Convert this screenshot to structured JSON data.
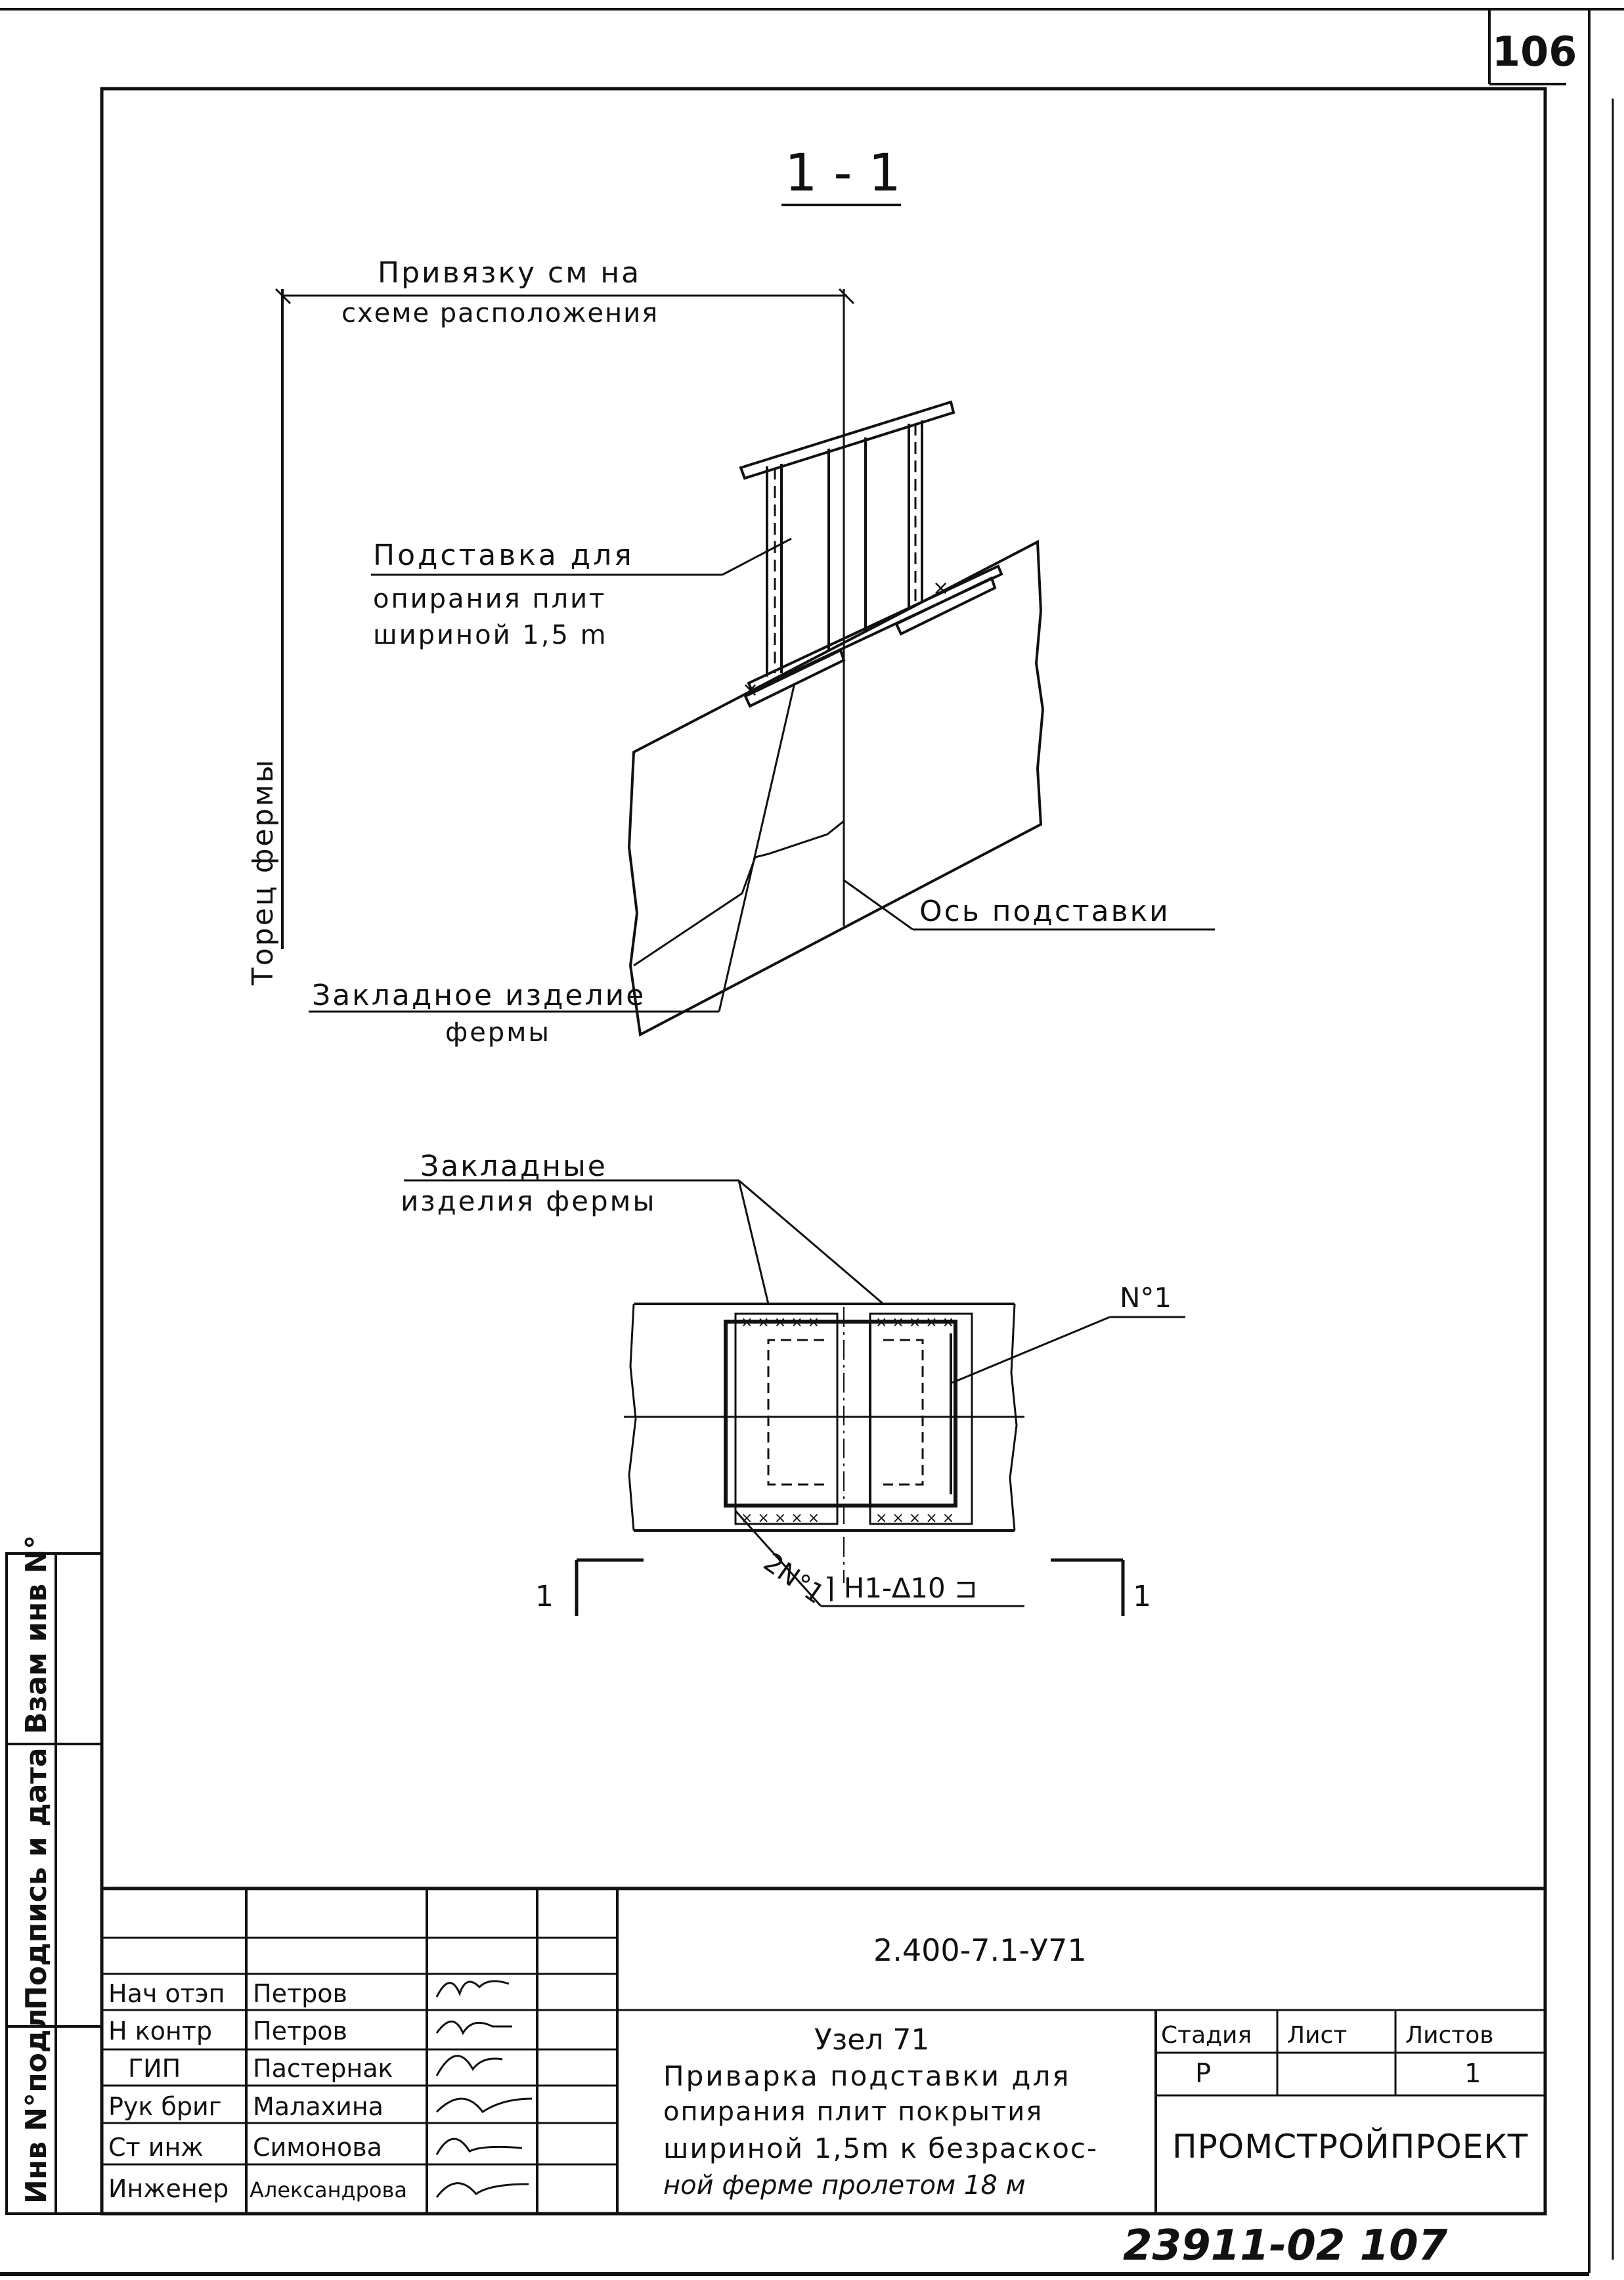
{
  "sheet": {
    "sheet_number_top": "106",
    "bottom_code": "23911-02  107"
  },
  "section": {
    "title": "1 - 1",
    "privyazka_line1": "Привязку см на",
    "privyazka_line2": "схеме расположения",
    "torec_label": "Торец фермы",
    "podstavka_line1": "Подставка для",
    "podstavka_line2": "опирания плит",
    "podstavka_line3": "шириной 1,5 m",
    "os_label": "Ось подставки",
    "zakladnoe_line1": "Закладное изделие",
    "zakladnoe_line2": "фермы"
  },
  "plan": {
    "zakladnye_line1": "Закладные",
    "zakladnye_line2": "изделия фермы",
    "no1_label": "N°1",
    "weld_label": "2N°1",
    "weld_symbol": "⌉ Н1-∆10 ⊐",
    "cut_left": "1",
    "cut_right": "1"
  },
  "side_stamp": {
    "inv_podl": "Инв N°подл",
    "podpis_data": "Подпись и дата",
    "vzam_inv": "Взам инв N°"
  },
  "title_block": {
    "doc_code": "2.400-7.1-У71",
    "roles": [
      "Нач отэп",
      "Н контр",
      "ГИП",
      "Рук бриг",
      "Ст инж",
      "Инженер"
    ],
    "names": [
      "Петров",
      "Петров",
      "Пастернак",
      "Малахина",
      "Симонова",
      "Александрова"
    ],
    "title_line1": "Узел 71",
    "title_line2": "Приварка подставки для",
    "title_line3": "опирания плит покрытия",
    "title_line4": "шириной  1,5m к безраскос-",
    "title_line5": "ной ферме пролетом 18 м",
    "stadia_header": "Стадия",
    "list_header": "Лист",
    "listov_header": "Листов",
    "stadia_value": "Р",
    "list_value": "",
    "listov_value": "1",
    "organization": "ПРОМСТРОЙПРОЕКТ"
  }
}
